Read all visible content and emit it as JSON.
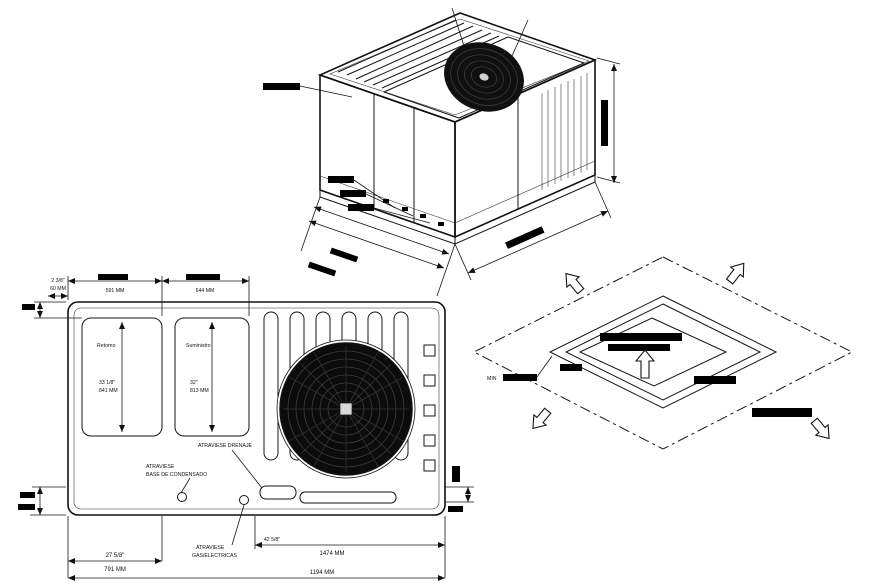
{
  "drawing": {
    "plan": {
      "return_label": "Retorno",
      "return_dim_in": "33 1/8\"",
      "return_dim_mm": "841 MM",
      "supply_label": "Suministro",
      "supply_dim_in": "32\"",
      "supply_dim_mm": "813 MM",
      "callout_drain": "ATRAVIESE DRENAJE",
      "callout_cond_1": "ATRAVIESE",
      "callout_cond_2": "BASE DE CONDENSADO",
      "callout_gas_1": "ATRAVIESE",
      "callout_gas_2": "GAS/ELECTRICAS",
      "dim_top_small_in": "2 3/8\"",
      "dim_top_small_mm": "60 MM",
      "dim_top_a_mm": "591 MM",
      "dim_top_b_mm": "644 MM",
      "dim_bot_a_in": "27 5/8\"",
      "dim_bot_a_mm": "791 MM",
      "dim_bot_b_in": "42 5/8\"",
      "dim_bot_b_mm": "1474 MM",
      "dim_bot_c_mm": "1194 MM"
    },
    "roof": {
      "min_label": "MIN"
    }
  }
}
